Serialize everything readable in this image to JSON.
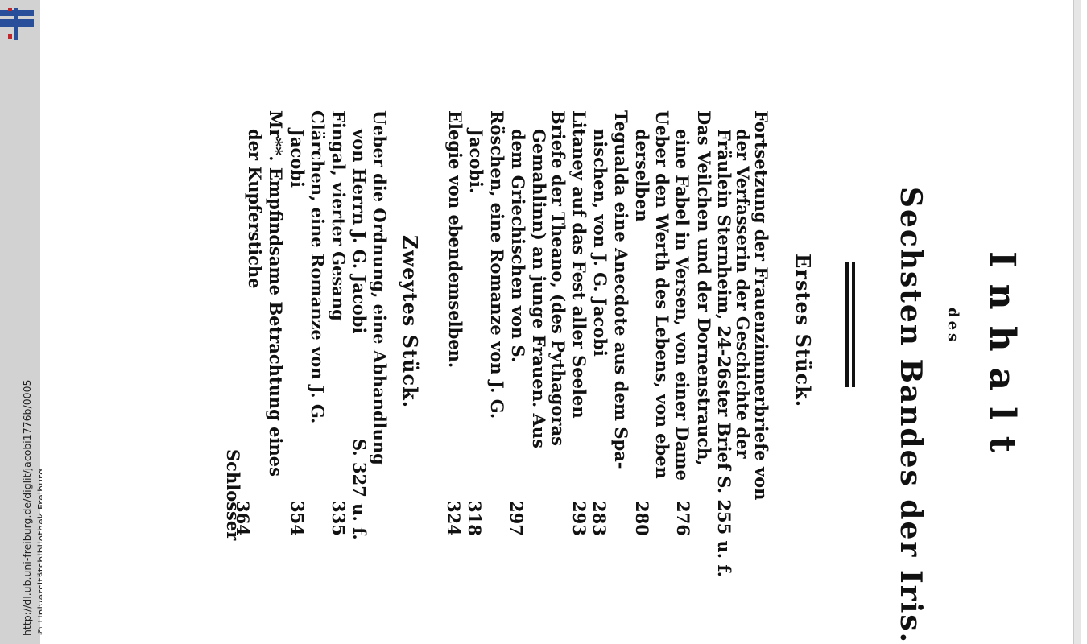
{
  "viewer": {
    "url": "http://dl.ub.uni-freiburg.de/diglit/jacobi1776b/0005",
    "copyright": "© Universitätsbibliothek Freiburg"
  },
  "page": {
    "title": "Inhalt",
    "des": "des",
    "subtitle": "Sechsten Bandes der Iris.",
    "section1": "Erstes Stück.",
    "section2": "Zweytes Stück.",
    "entries": [
      "Fortsetzung der Frauenzimmerbriefe von",
      "der Verfasserin der Geschichte der",
      "Fräulein Sternheim, 24-26ster Brief S. 255 u. f.",
      "Das Veilchen und der Dornenstrauch,",
      "eine Fabel in Versen, von einer Dame",
      "Ueber den Werth des Lebens, von eben",
      "derselben",
      "Tegualda eine Anecdote aus dem Spa-",
      "nischen, von J. G. Jacobi",
      "Litaney auf das Fest aller Seelen",
      "Briefe der Theano, (des Pythagoras",
      "Gemahlinn) an junge Frauen. Aus",
      "dem Griechischen von S.",
      "Röschen, eine Romanze von J. G.",
      "Jacobi.",
      "Elegie von ebendemselben.",
      "Ueber die Ordnung, eine Abhandlung",
      "von Herrn J. G. Jacobi",
      "Fingal, vierter Gesang",
      "Clärchen, eine Romanze von J. G.",
      "Jacobi",
      "Mr**. Empfindsame Betrachtung eines",
      "der Kupferstiche",
      "Schlosser"
    ],
    "numbers": [
      "276",
      "280",
      "283",
      "293",
      "297",
      "318",
      "324",
      "S. 327 u. f.",
      "335",
      "354",
      "364"
    ]
  }
}
